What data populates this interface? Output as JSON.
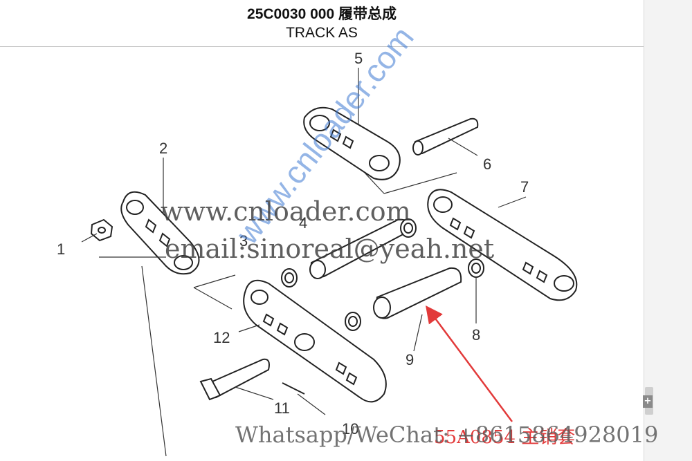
{
  "title": {
    "code": "25C0030 000  履带总成",
    "name": "TRACK AS"
  },
  "callouts": [
    "1",
    "2",
    "3",
    "4",
    "5",
    "6",
    "7",
    "8",
    "9",
    "10",
    "11",
    "12"
  ],
  "annotation": {
    "part_number": "55A0854",
    "part_name": "主销套",
    "color": "#e23a3a"
  },
  "watermarks": {
    "website": "www.cnloader.com",
    "email": "email:sinoreal@yeah.net",
    "contact": "Whatsapp/WeChat: +8615864928019",
    "diagonal": "www.cnloader.com"
  },
  "colors": {
    "line": "#222222",
    "leader": "#333333",
    "arrow": "#e23a3a",
    "diagonal_watermark": "#3c78d2"
  }
}
